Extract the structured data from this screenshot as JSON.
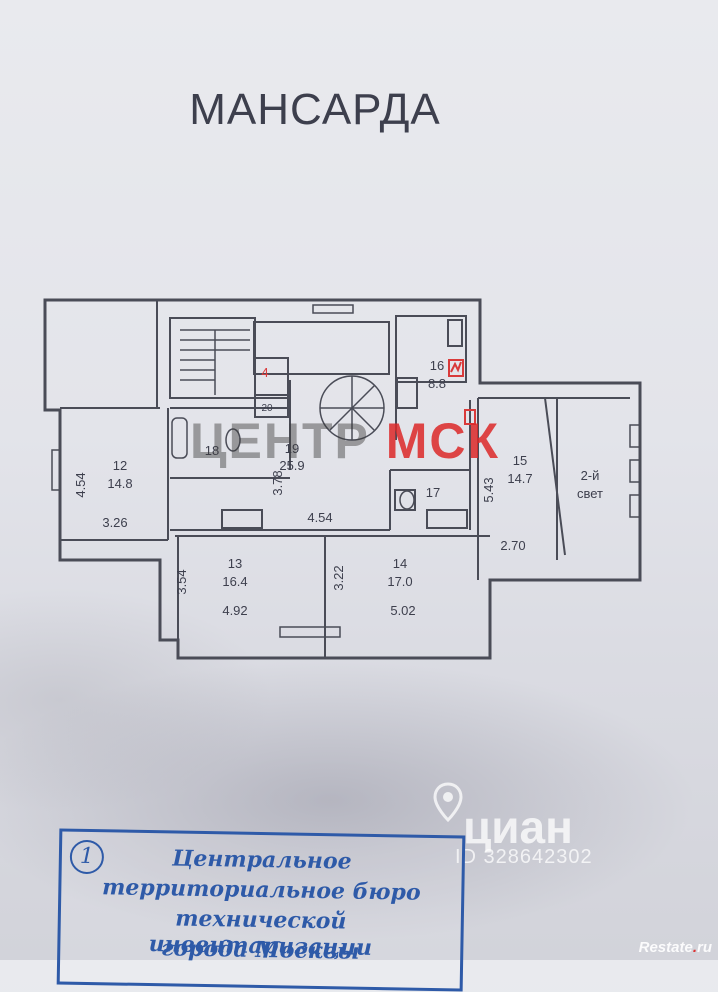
{
  "title": "МАНСАРДА",
  "rooms": [
    {
      "num": "12",
      "area": "14.8",
      "dims": [
        "4.54",
        "3.26"
      ]
    },
    {
      "num": "13",
      "area": "16.4",
      "dims": [
        "3.54",
        "4.92"
      ]
    },
    {
      "num": "14",
      "area": "17.0",
      "dims": [
        "3.22",
        "5.02"
      ]
    },
    {
      "num": "15",
      "area": "14.7",
      "dims": [
        "5.43",
        "2.70"
      ]
    },
    {
      "num": "16",
      "area": "8.8"
    },
    {
      "num": "17"
    },
    {
      "num": "18"
    },
    {
      "num": "19",
      "area": "25.9",
      "dims": [
        "3.78",
        "4.54"
      ]
    },
    {
      "num": "20"
    },
    {
      "num": "4"
    }
  ],
  "second_light": [
    "2-й",
    "свет"
  ],
  "watermark": {
    "part1": "ЦЕНТР ",
    "part2": "МСК"
  },
  "cian": {
    "word": "циан",
    "id": "ID 328642302"
  },
  "stamp": {
    "number": "1",
    "lines": [
      "Центральное",
      "территориальное бюро",
      "технической инвентаризации",
      "города Москвы"
    ]
  },
  "restate": {
    "name": "Restate",
    "tld": "ru"
  },
  "colors": {
    "line": "#4a4c57",
    "red": "#d93a3a",
    "stamp": "#2e5aa8"
  }
}
